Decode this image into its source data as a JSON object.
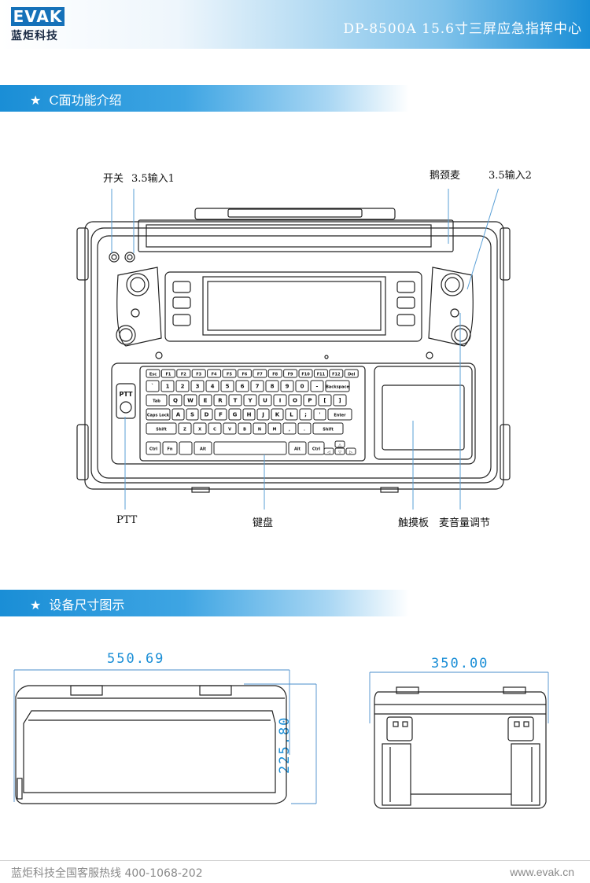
{
  "header": {
    "logo_text": "EVAK",
    "logo_cn": "蓝炬科技",
    "title": "DP-8500A 15.6寸三屏应急指挥中心"
  },
  "sections": [
    {
      "star": "★",
      "title": "C面功能介绍"
    },
    {
      "star": "★",
      "title": "设备尺寸图示"
    }
  ],
  "callouts": {
    "power": "开关",
    "input1": "3.5输入1",
    "gooseneck": "鹅颈麦",
    "input2": "3.5输入2",
    "ptt": "PTT",
    "keyboard": "键盘",
    "touchpad": "触摸板",
    "mic_volume": "麦音量调节"
  },
  "keyboard": {
    "ptt_key": "PTT",
    "fn_row": [
      "Esc",
      "F1",
      "F2",
      "F3",
      "F4",
      "F5",
      "F6",
      "F7",
      "F8",
      "F9",
      "F10",
      "F11",
      "F12",
      "Del"
    ],
    "num_row": [
      "`",
      "1",
      "2",
      "3",
      "4",
      "5",
      "6",
      "7",
      "8",
      "9",
      "0",
      "-",
      "Backspace"
    ],
    "q_row": [
      "Tab",
      "Q",
      "W",
      "E",
      "R",
      "T",
      "Y",
      "U",
      "I",
      "O",
      "P",
      "[",
      "]"
    ],
    "a_row": [
      "Caps Lock",
      "A",
      "S",
      "D",
      "F",
      "G",
      "H",
      "J",
      "K",
      "L",
      ";",
      "'",
      "Enter"
    ],
    "z_row": [
      "Shift",
      "Z",
      "X",
      "C",
      "V",
      "B",
      "N",
      "M",
      ",",
      ".",
      "Shift"
    ],
    "bottom_row": [
      "Ctrl",
      "Fn",
      "",
      "Alt",
      "",
      "Alt",
      "Ctrl"
    ],
    "arrows": [
      "◁",
      "△",
      "▽",
      "▷"
    ]
  },
  "dimensions": {
    "width": "550.69",
    "height": "225.80",
    "depth": "350.00"
  },
  "footer": {
    "left": "蓝炬科技全国客服热线  400-1068-202",
    "right": "www.evak.cn"
  }
}
